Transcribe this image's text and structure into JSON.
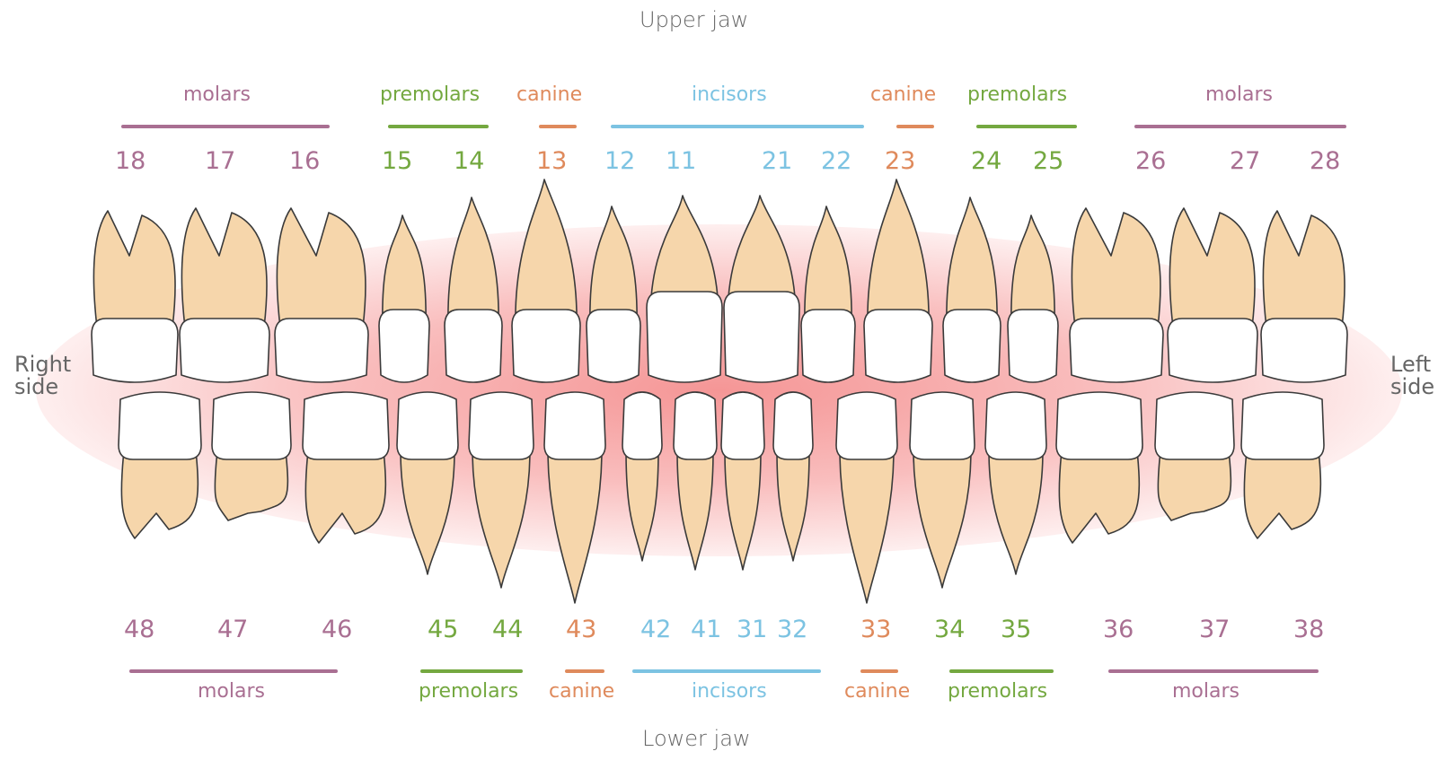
{
  "title_upper": "Upper jaw",
  "title_lower": "Lower jaw",
  "side_right": [
    "Right",
    "side"
  ],
  "side_left": [
    "Left",
    "side"
  ],
  "colors": {
    "molars": "#a96f92",
    "premolars": "#74a840",
    "canine": "#df8a5c",
    "incisors": "#7cc3e2",
    "root": "#f6d6ab",
    "crown": "#ffffff",
    "outline": "#3a3a3a",
    "glow": "#ee5050"
  },
  "upper_groups": [
    {
      "label": "molars",
      "type": "molar"
    },
    {
      "label": "premolars",
      "type": "premolar"
    },
    {
      "label": "canine",
      "type": "canine"
    },
    {
      "label": "incisors",
      "type": "incisor"
    },
    {
      "label": "canine",
      "type": "canine"
    },
    {
      "label": "premolars",
      "type": "premolar"
    },
    {
      "label": "molars",
      "type": "molar"
    }
  ],
  "lower_groups": [
    {
      "label": "molars",
      "type": "molar"
    },
    {
      "label": "premolars",
      "type": "premolar"
    },
    {
      "label": "canine",
      "type": "canine"
    },
    {
      "label": "incisors",
      "type": "incisor"
    },
    {
      "label": "canine",
      "type": "canine"
    },
    {
      "label": "premolars",
      "type": "premolar"
    },
    {
      "label": "molars",
      "type": "molar"
    }
  ],
  "upper_teeth": [
    {
      "num": "18",
      "type": "molar"
    },
    {
      "num": "17",
      "type": "molar"
    },
    {
      "num": "16",
      "type": "molar"
    },
    {
      "num": "15",
      "type": "premolar"
    },
    {
      "num": "14",
      "type": "premolar"
    },
    {
      "num": "13",
      "type": "canine"
    },
    {
      "num": "12",
      "type": "incisor"
    },
    {
      "num": "11",
      "type": "incisor"
    },
    {
      "num": "21",
      "type": "incisor"
    },
    {
      "num": "22",
      "type": "incisor"
    },
    {
      "num": "23",
      "type": "canine"
    },
    {
      "num": "24",
      "type": "premolar"
    },
    {
      "num": "25",
      "type": "premolar"
    },
    {
      "num": "26",
      "type": "molar"
    },
    {
      "num": "27",
      "type": "molar"
    },
    {
      "num": "28",
      "type": "molar"
    }
  ],
  "lower_teeth": [
    {
      "num": "48",
      "type": "molar"
    },
    {
      "num": "47",
      "type": "molar"
    },
    {
      "num": "46",
      "type": "molar"
    },
    {
      "num": "45",
      "type": "premolar"
    },
    {
      "num": "44",
      "type": "premolar"
    },
    {
      "num": "43",
      "type": "canine"
    },
    {
      "num": "42",
      "type": "incisor"
    },
    {
      "num": "41",
      "type": "incisor"
    },
    {
      "num": "31",
      "type": "incisor"
    },
    {
      "num": "32",
      "type": "incisor"
    },
    {
      "num": "33",
      "type": "canine"
    },
    {
      "num": "34",
      "type": "premolar"
    },
    {
      "num": "35",
      "type": "premolar"
    },
    {
      "num": "36",
      "type": "molar"
    },
    {
      "num": "37",
      "type": "molar"
    },
    {
      "num": "38",
      "type": "molar"
    }
  ]
}
